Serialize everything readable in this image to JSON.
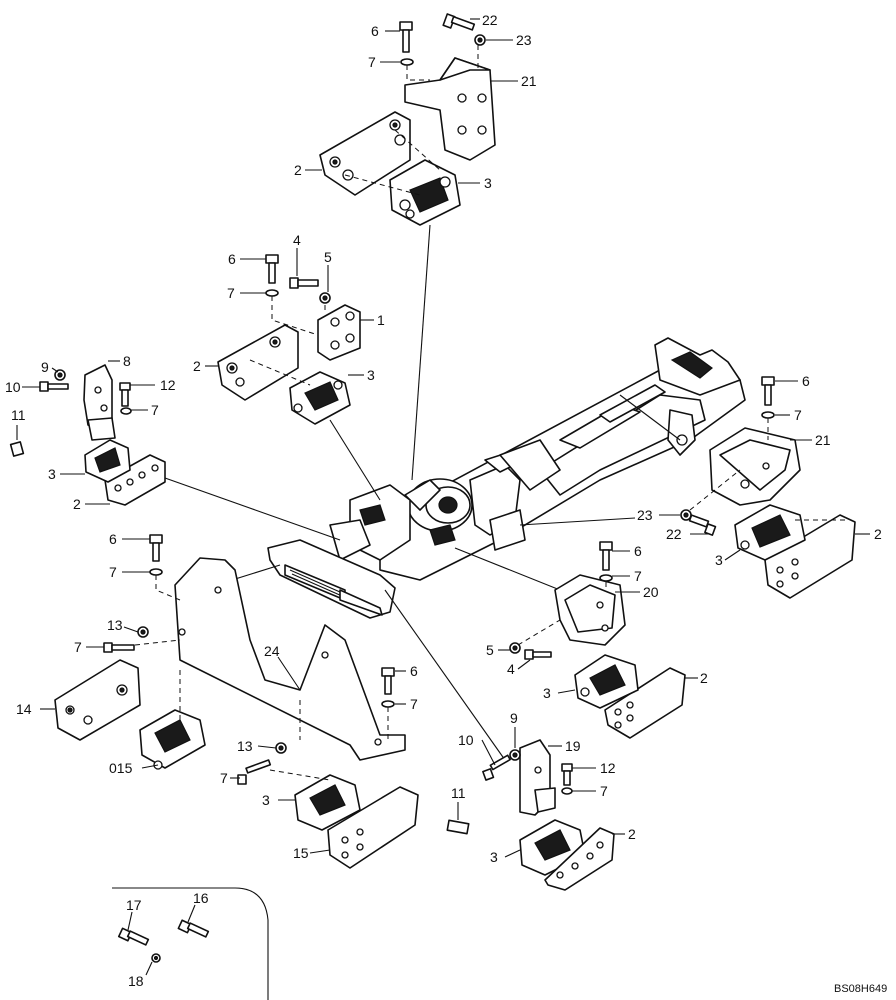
{
  "diagram": {
    "drawing_code": "BS08H649",
    "callouts": [
      {
        "id": "c-22a",
        "text": "22"
      },
      {
        "id": "c-6a",
        "text": "6"
      },
      {
        "id": "c-23a",
        "text": "23"
      },
      {
        "id": "c-7a",
        "text": "7"
      },
      {
        "id": "c-21a",
        "text": "21"
      },
      {
        "id": "c-2a",
        "text": "2"
      },
      {
        "id": "c-3a",
        "text": "3"
      },
      {
        "id": "c-4a",
        "text": "4"
      },
      {
        "id": "c-6b",
        "text": "6"
      },
      {
        "id": "c-5a",
        "text": "5"
      },
      {
        "id": "c-7b",
        "text": "7"
      },
      {
        "id": "c-1",
        "text": "1"
      },
      {
        "id": "c-2b",
        "text": "2"
      },
      {
        "id": "c-3b",
        "text": "3"
      },
      {
        "id": "c-9a",
        "text": "9"
      },
      {
        "id": "c-8",
        "text": "8"
      },
      {
        "id": "c-10a",
        "text": "10"
      },
      {
        "id": "c-12a",
        "text": "12"
      },
      {
        "id": "c-7c",
        "text": "7"
      },
      {
        "id": "c-11a",
        "text": "11"
      },
      {
        "id": "c-3c",
        "text": "3"
      },
      {
        "id": "c-2c",
        "text": "2"
      },
      {
        "id": "c-6c",
        "text": "6"
      },
      {
        "id": "c-7d",
        "text": "7"
      },
      {
        "id": "c-21b",
        "text": "21"
      },
      {
        "id": "c-23b",
        "text": "23"
      },
      {
        "id": "c-22b",
        "text": "22"
      },
      {
        "id": "c-2d",
        "text": "2"
      },
      {
        "id": "c-3d",
        "text": "3"
      },
      {
        "id": "c-6d",
        "text": "6"
      },
      {
        "id": "c-7e",
        "text": "7"
      },
      {
        "id": "c-6e",
        "text": "6"
      },
      {
        "id": "c-7f",
        "text": "7"
      },
      {
        "id": "c-20",
        "text": "20"
      },
      {
        "id": "c-13a",
        "text": "13"
      },
      {
        "id": "c-7g",
        "text": "7"
      },
      {
        "id": "c-5b",
        "text": "5"
      },
      {
        "id": "c-4b",
        "text": "4"
      },
      {
        "id": "c-24",
        "text": "24"
      },
      {
        "id": "c-6f",
        "text": "6"
      },
      {
        "id": "c-7h",
        "text": "7"
      },
      {
        "id": "c-3e",
        "text": "3"
      },
      {
        "id": "c-2e",
        "text": "2"
      },
      {
        "id": "c-14",
        "text": "14"
      },
      {
        "id": "c-015",
        "text": "015"
      },
      {
        "id": "c-13b",
        "text": "13"
      },
      {
        "id": "c-7i",
        "text": "7"
      },
      {
        "id": "c-3f",
        "text": "3"
      },
      {
        "id": "c-15",
        "text": "15"
      },
      {
        "id": "c-10b",
        "text": "10"
      },
      {
        "id": "c-9b",
        "text": "9"
      },
      {
        "id": "c-19",
        "text": "19"
      },
      {
        "id": "c-12b",
        "text": "12"
      },
      {
        "id": "c-7j",
        "text": "7"
      },
      {
        "id": "c-11b",
        "text": "11"
      },
      {
        "id": "c-2f",
        "text": "2"
      },
      {
        "id": "c-3g",
        "text": "3"
      },
      {
        "id": "c-16",
        "text": "16"
      },
      {
        "id": "c-17",
        "text": "17"
      },
      {
        "id": "c-18",
        "text": "18"
      }
    ]
  }
}
